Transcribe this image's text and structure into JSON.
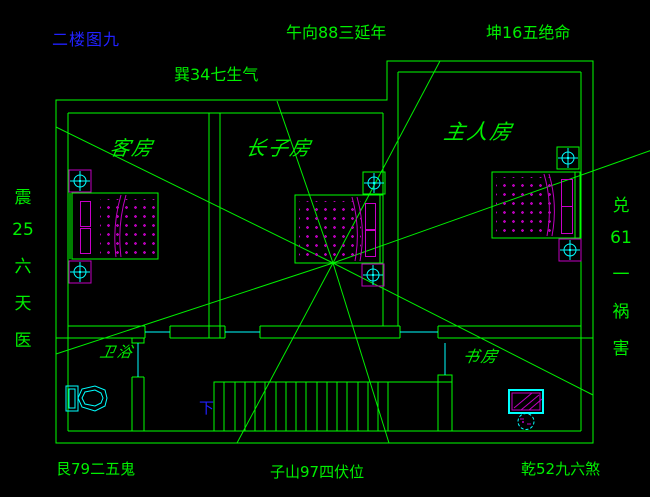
{
  "header": {
    "floor_title": "二楼图九"
  },
  "fengshui": {
    "top_center": "午向88三延年",
    "top_right": "坤16五绝命",
    "upper_left": "巽34七生气",
    "left_vertical": [
      "震",
      "25",
      "六",
      "天",
      "医"
    ],
    "right_vertical": [
      "兑",
      "61",
      "一",
      "祸",
      "害"
    ],
    "bottom_left": "艮79二五鬼",
    "bottom_center": "子山97四伏位",
    "bottom_right": "乾52九六煞"
  },
  "rooms": {
    "guest": "客房",
    "eldest_son": "长子房",
    "master": "主人房",
    "bathroom": "卫浴",
    "study": "书房"
  },
  "stairs": {
    "down_label": "下"
  },
  "colors": {
    "background": "#000000",
    "wall_green": "#00ff00",
    "text_green": "#00f000",
    "cyan": "#00ffff",
    "magenta": "#c000c0",
    "blue_text": "#2121ff",
    "frame_white": "#ffffff"
  }
}
